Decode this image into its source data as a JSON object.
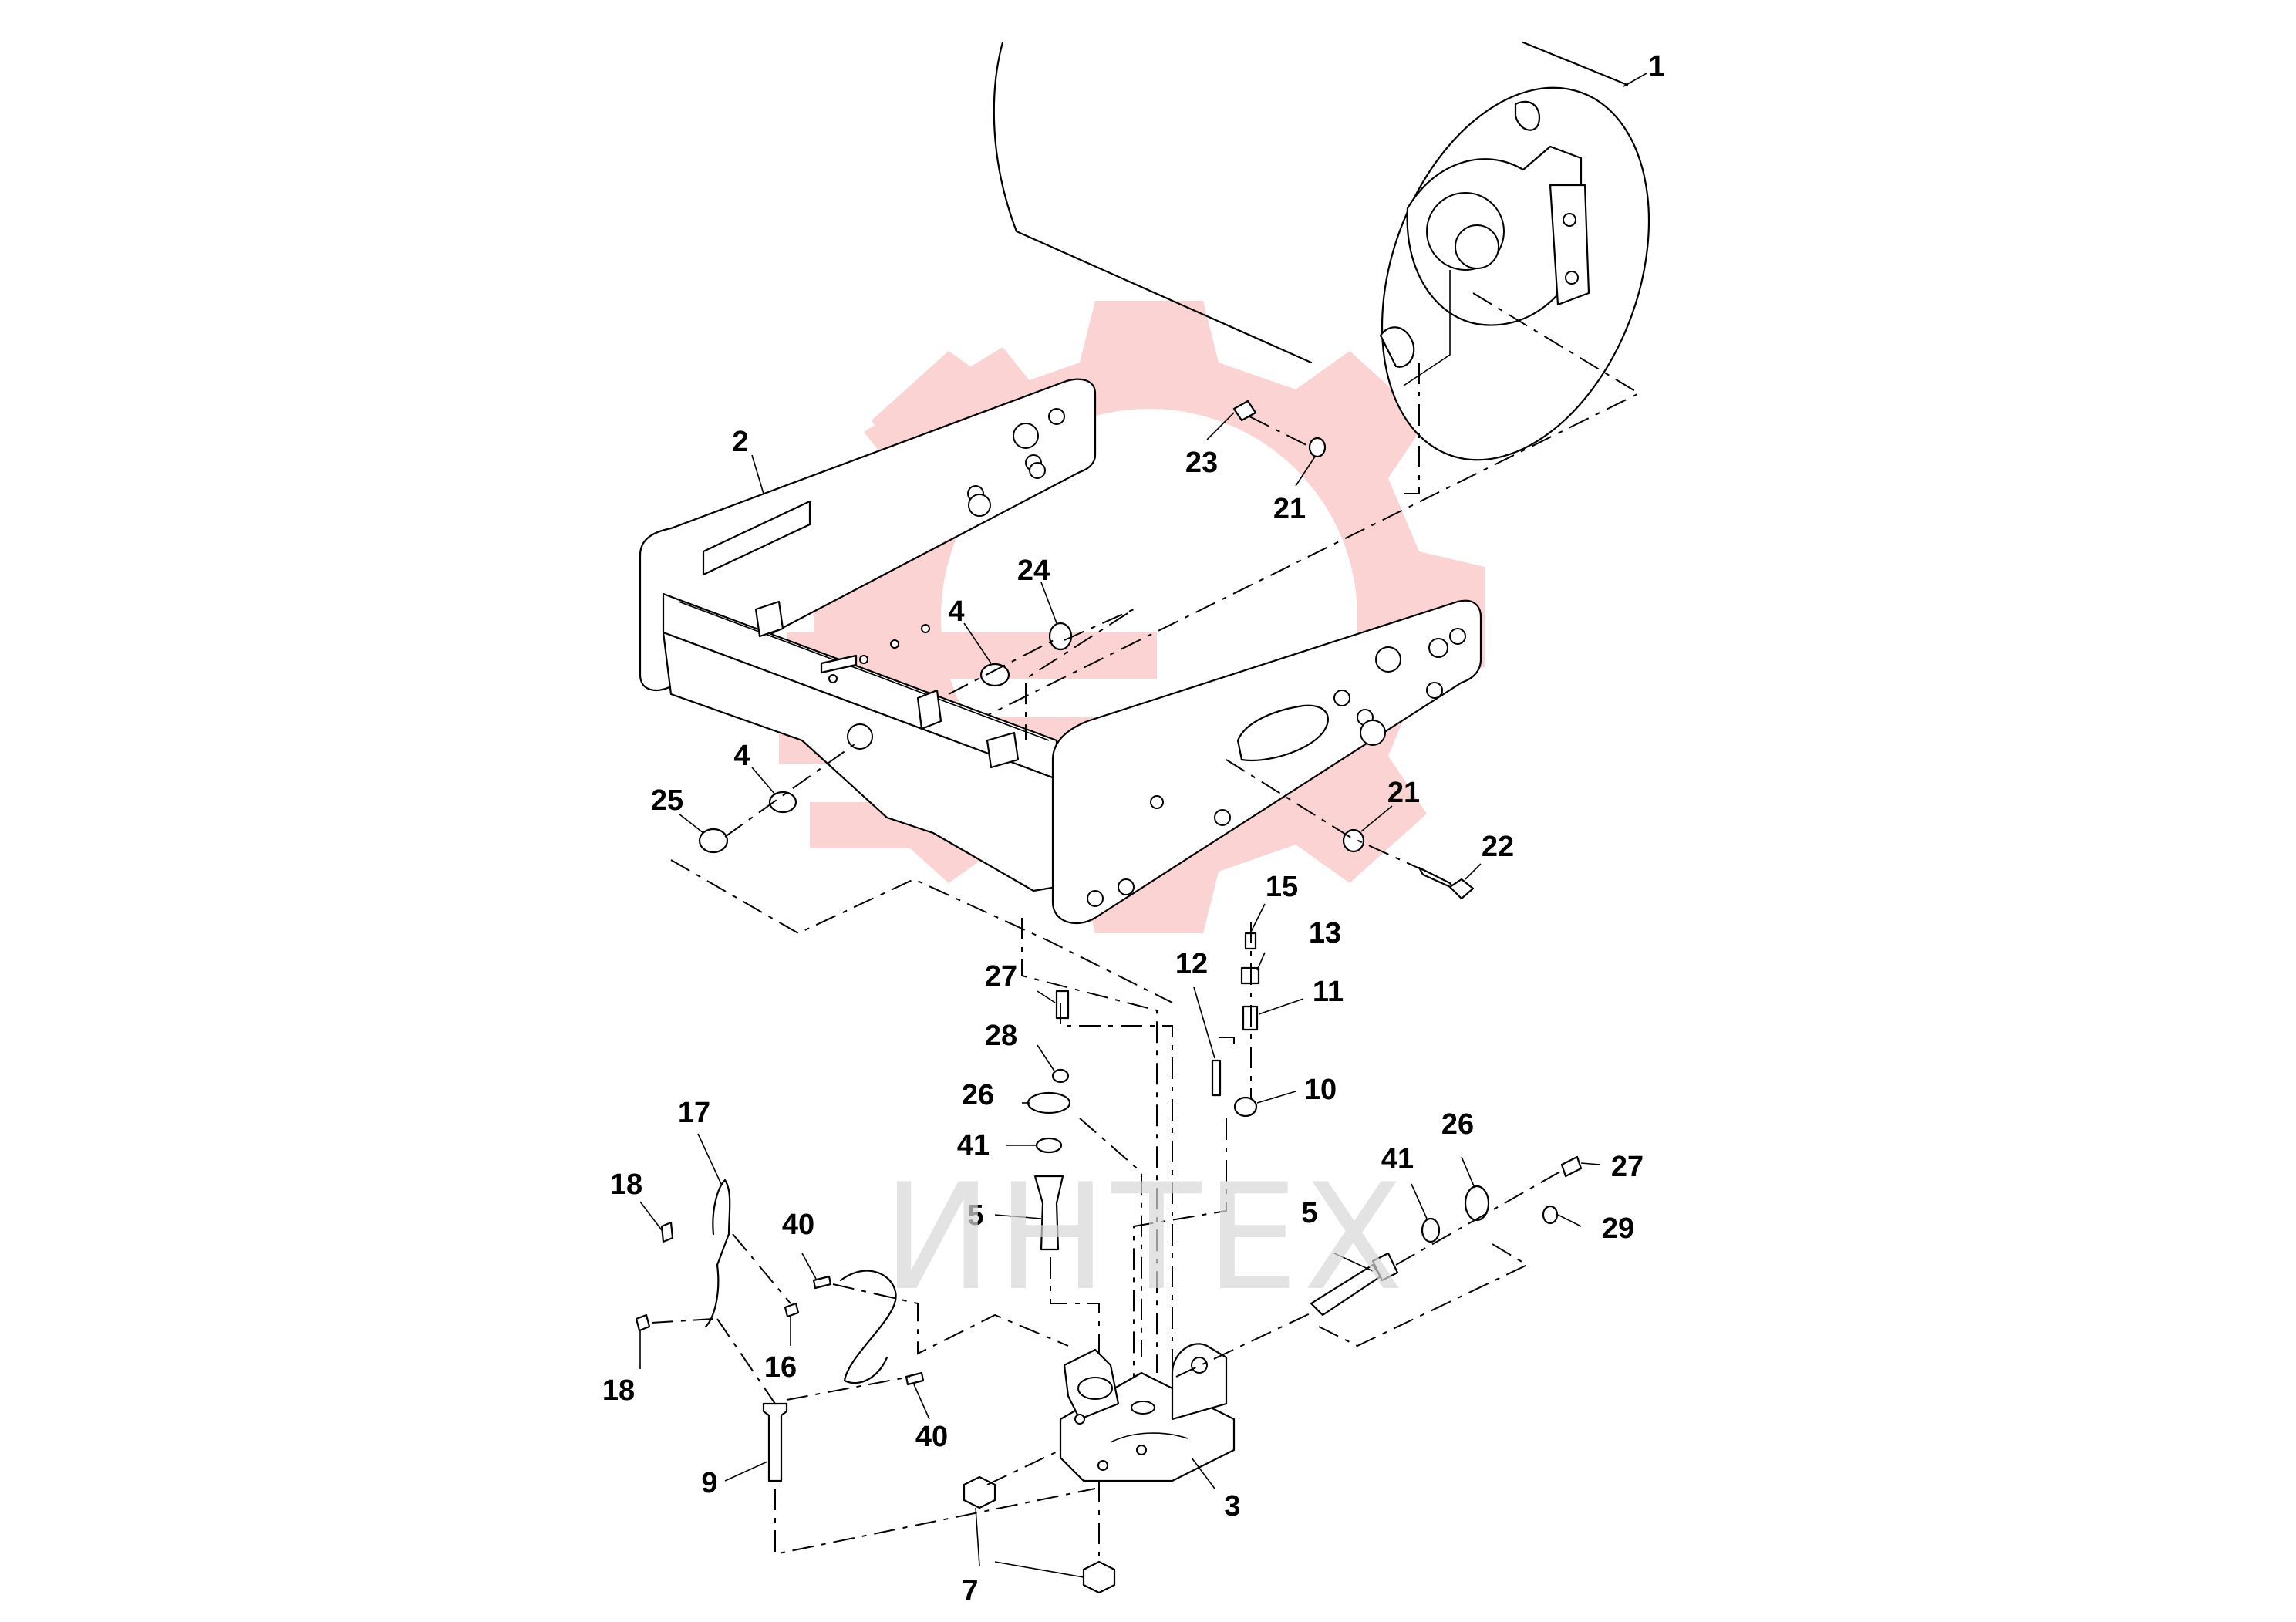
{
  "watermark": {
    "text": "ИНТЕХ",
    "gear_color": "#fbd3d3",
    "text_color": "#d8d8d8"
  },
  "callouts": [
    {
      "id": "c1",
      "label": "1"
    },
    {
      "id": "c2",
      "label": "2"
    },
    {
      "id": "c23",
      "label": "23"
    },
    {
      "id": "c21a",
      "label": "21"
    },
    {
      "id": "c24",
      "label": "24"
    },
    {
      "id": "c4a",
      "label": "4"
    },
    {
      "id": "c4b",
      "label": "4"
    },
    {
      "id": "c25",
      "label": "25"
    },
    {
      "id": "c21b",
      "label": "21"
    },
    {
      "id": "c22",
      "label": "22"
    },
    {
      "id": "c15",
      "label": "15"
    },
    {
      "id": "c13",
      "label": "13"
    },
    {
      "id": "c12",
      "label": "12"
    },
    {
      "id": "c11",
      "label": "11"
    },
    {
      "id": "c10",
      "label": "10"
    },
    {
      "id": "c27a",
      "label": "27"
    },
    {
      "id": "c28",
      "label": "28"
    },
    {
      "id": "c26a",
      "label": "26"
    },
    {
      "id": "c41a",
      "label": "41"
    },
    {
      "id": "c5a",
      "label": "5"
    },
    {
      "id": "c17",
      "label": "17"
    },
    {
      "id": "c18a",
      "label": "18"
    },
    {
      "id": "c40a",
      "label": "40"
    },
    {
      "id": "c16",
      "label": "16"
    },
    {
      "id": "c18b",
      "label": "18"
    },
    {
      "id": "c40b",
      "label": "40"
    },
    {
      "id": "c9",
      "label": "9"
    },
    {
      "id": "c7",
      "label": "7"
    },
    {
      "id": "c3",
      "label": "3"
    },
    {
      "id": "c41b",
      "label": "41"
    },
    {
      "id": "c26b",
      "label": "26"
    },
    {
      "id": "c27b",
      "label": "27"
    },
    {
      "id": "c29",
      "label": "29"
    },
    {
      "id": "c5b",
      "label": "5"
    }
  ]
}
